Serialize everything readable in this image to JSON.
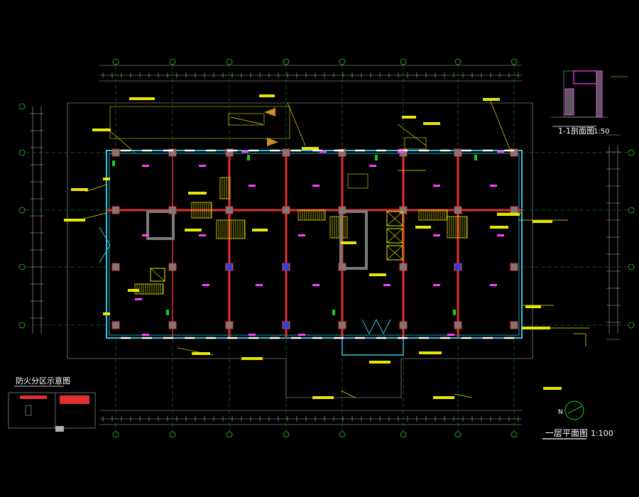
{
  "colors": {
    "background": "#000000",
    "wall": "#e03030",
    "column": "#7a7a7a",
    "outer_wall": "#30c8e0",
    "grid_axis": "#1ec81e",
    "annotation": "#e8e800",
    "label": "#ff40ff",
    "dimension": "#b0b0b0",
    "white": "#ffffff"
  },
  "titles": {
    "plan_title": "一层平面图",
    "plan_scale": "1:100",
    "section_title": "1-1剖面图",
    "section_scale": "1:50",
    "fire_zone_title": "防火分区示意图"
  },
  "compass": {
    "north_letter": "N"
  }
}
